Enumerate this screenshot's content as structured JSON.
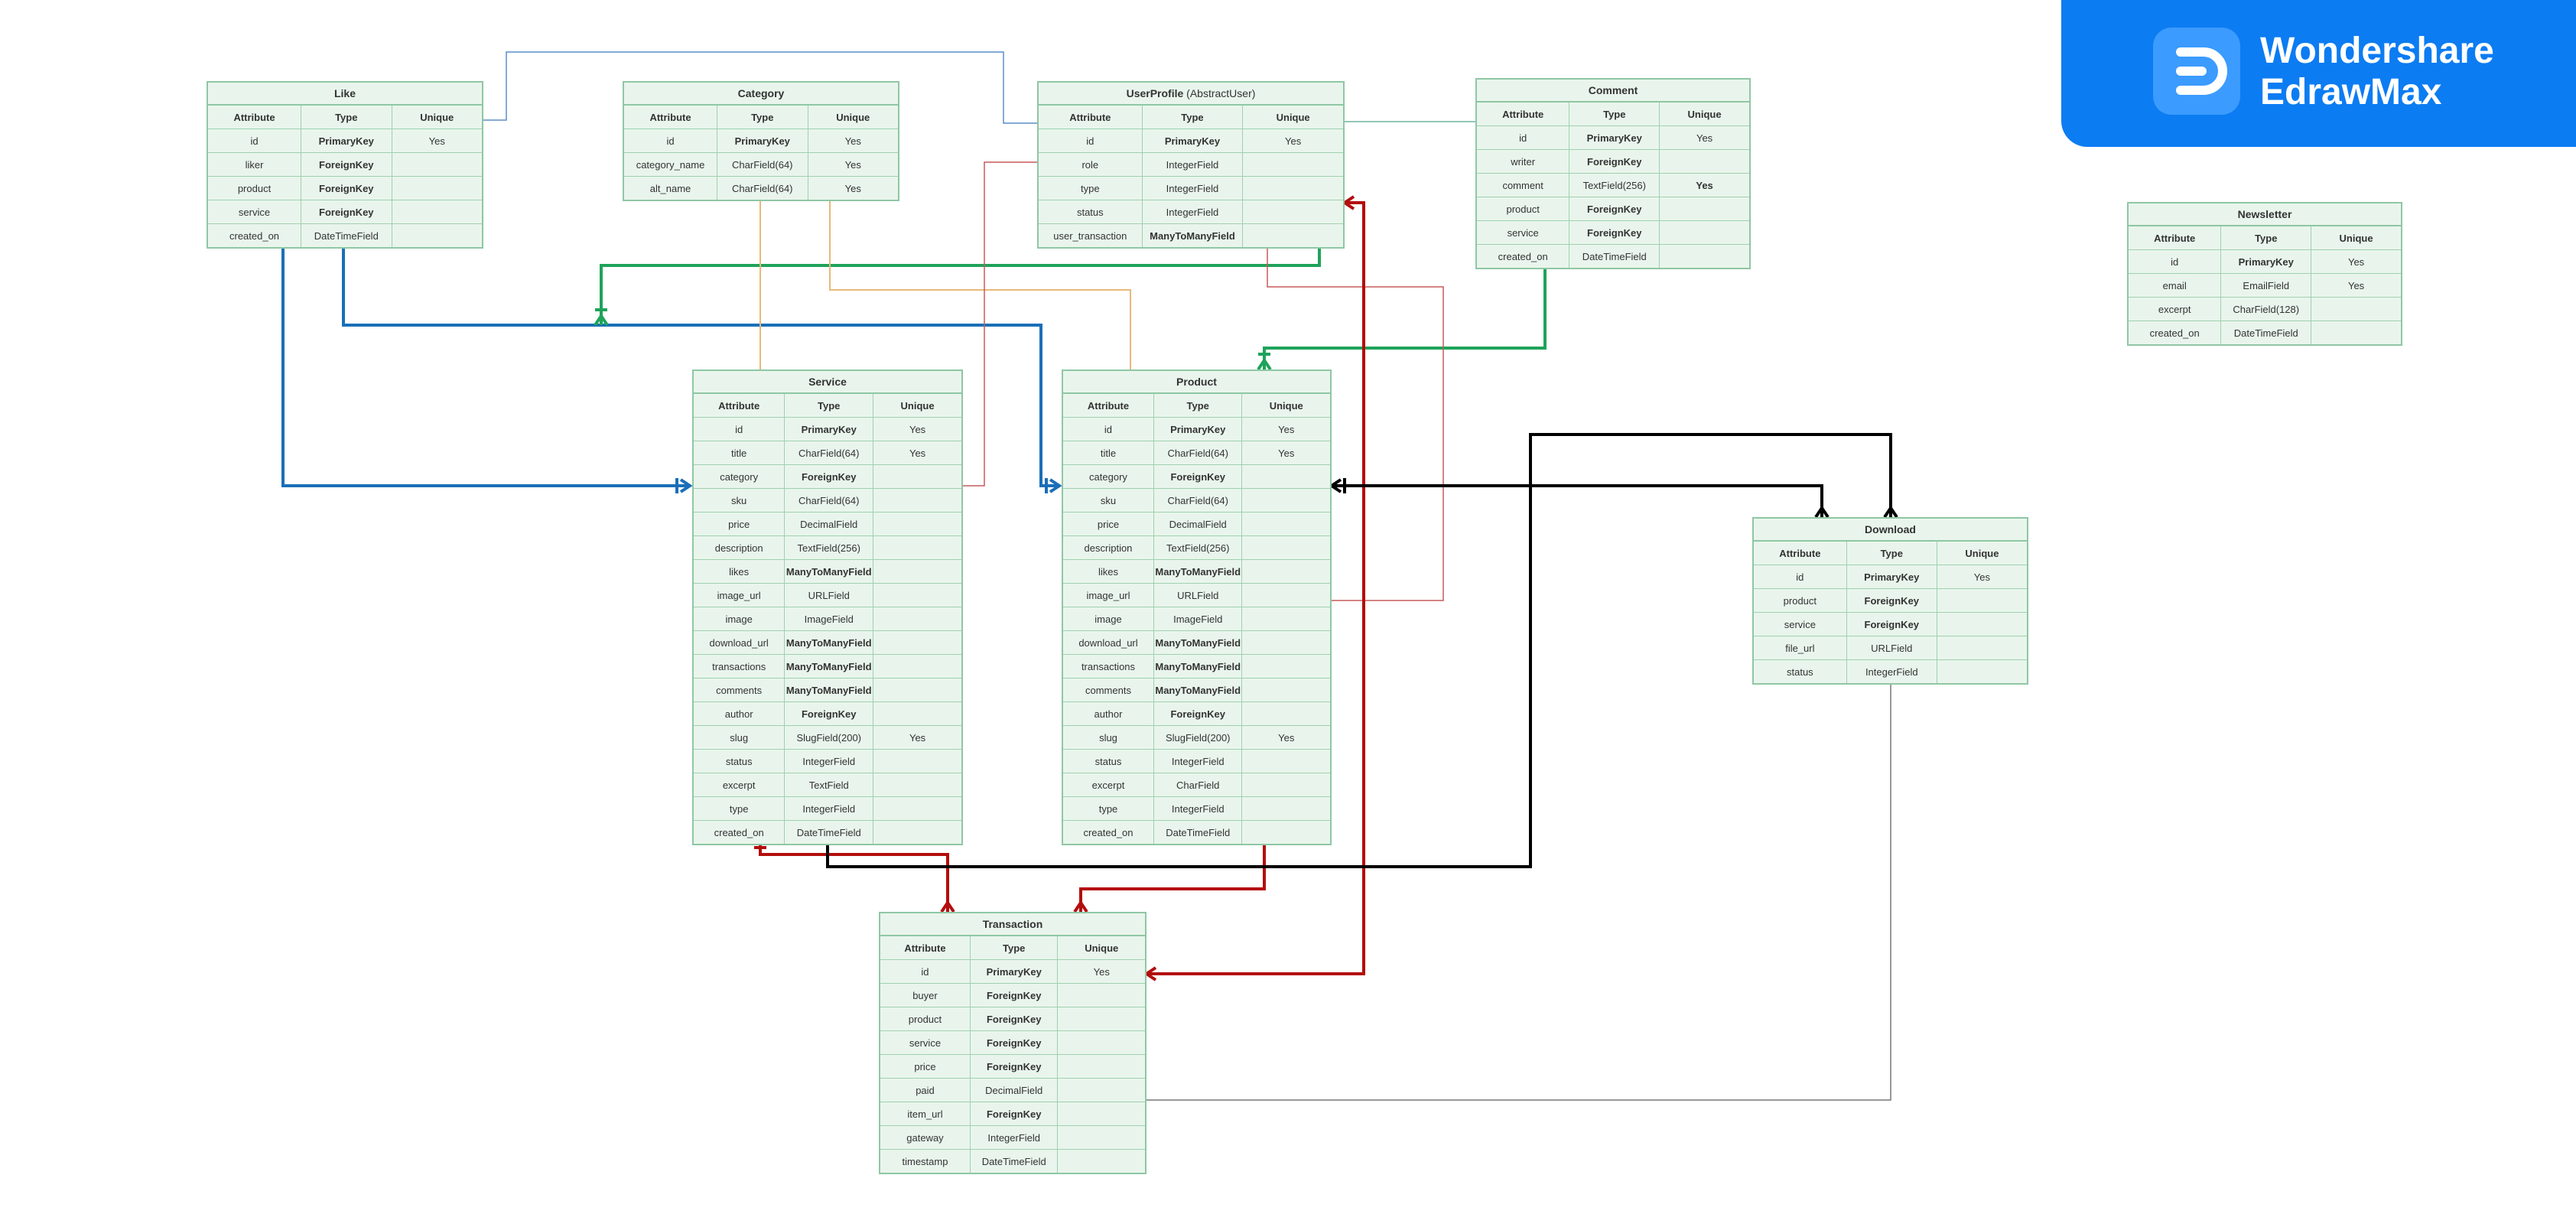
{
  "brand": {
    "line1": "Wondershare",
    "line2": "EdrawMax"
  },
  "colors": {
    "entity_fill": "#e9f5ec",
    "entity_border": "#8fc7a4",
    "brand_bg": "#0c7cf2",
    "blue_line": "#1a6fb8",
    "green_line": "#1fa35a",
    "red_line": "#b40d0d",
    "black_line": "#000000",
    "orange_line": "#e8b97a",
    "thin_red_line": "#c85a5a",
    "gray_line": "#777777",
    "teal_line": "#6fb5a0"
  },
  "headers": [
    "Attribute",
    "Type",
    "Unique"
  ],
  "entities": {
    "like": {
      "title": "Like",
      "rows": [
        [
          "id",
          "PrimaryKey",
          "Yes"
        ],
        [
          "liker",
          "ForeignKey",
          ""
        ],
        [
          "product",
          "ForeignKey",
          ""
        ],
        [
          "service",
          "ForeignKey",
          ""
        ],
        [
          "created_on",
          "DateTimeField",
          ""
        ]
      ]
    },
    "category": {
      "title": "Category",
      "rows": [
        [
          "id",
          "PrimaryKey",
          "Yes"
        ],
        [
          "category_name",
          "CharField(64)",
          "Yes"
        ],
        [
          "alt_name",
          "CharField(64)",
          "Yes"
        ]
      ]
    },
    "userprofile": {
      "title": "UserProfile",
      "subtitle": "(AbstractUser)",
      "rows": [
        [
          "id",
          "PrimaryKey",
          "Yes"
        ],
        [
          "role",
          "IntegerField",
          ""
        ],
        [
          "type",
          "IntegerField",
          ""
        ],
        [
          "status",
          "IntegerField",
          ""
        ],
        [
          "user_transaction",
          "ManyToManyField",
          ""
        ]
      ]
    },
    "comment": {
      "title": "Comment",
      "rows": [
        [
          "id",
          "PrimaryKey",
          "Yes"
        ],
        [
          "writer",
          "ForeignKey",
          ""
        ],
        [
          "comment",
          "TextField(256)",
          "Yes"
        ],
        [
          "product",
          "ForeignKey",
          ""
        ],
        [
          "service",
          "ForeignKey",
          ""
        ],
        [
          "created_on",
          "DateTimeField",
          ""
        ]
      ]
    },
    "newsletter": {
      "title": "Newsletter",
      "rows": [
        [
          "id",
          "PrimaryKey",
          "Yes"
        ],
        [
          "email",
          "EmailField",
          "Yes"
        ],
        [
          "excerpt",
          "CharField(128)",
          ""
        ],
        [
          "created_on",
          "DateTimeField",
          ""
        ]
      ]
    },
    "service": {
      "title": "Service",
      "rows": [
        [
          "id",
          "PrimaryKey",
          "Yes"
        ],
        [
          "title",
          "CharField(64)",
          "Yes"
        ],
        [
          "category",
          "ForeignKey",
          ""
        ],
        [
          "sku",
          "CharField(64)",
          ""
        ],
        [
          "price",
          "DecimalField",
          ""
        ],
        [
          "description",
          "TextField(256)",
          ""
        ],
        [
          "likes",
          "ManyToManyField",
          ""
        ],
        [
          "image_url",
          "URLField",
          ""
        ],
        [
          "image",
          "ImageField",
          ""
        ],
        [
          "download_url",
          "ManyToManyField",
          ""
        ],
        [
          "transactions",
          "ManyToManyField",
          ""
        ],
        [
          "comments",
          "ManyToManyField",
          ""
        ],
        [
          "author",
          "ForeignKey",
          ""
        ],
        [
          "slug",
          "SlugField(200)",
          "Yes"
        ],
        [
          "status",
          "IntegerField",
          ""
        ],
        [
          "excerpt",
          "TextField",
          ""
        ],
        [
          "type",
          "IntegerField",
          ""
        ],
        [
          "created_on",
          "DateTimeField",
          ""
        ]
      ]
    },
    "product": {
      "title": "Product",
      "rows": [
        [
          "id",
          "PrimaryKey",
          "Yes"
        ],
        [
          "title",
          "CharField(64)",
          "Yes"
        ],
        [
          "category",
          "ForeignKey",
          ""
        ],
        [
          "sku",
          "CharField(64)",
          ""
        ],
        [
          "price",
          "DecimalField",
          ""
        ],
        [
          "description",
          "TextField(256)",
          ""
        ],
        [
          "likes",
          "ManyToManyField",
          ""
        ],
        [
          "image_url",
          "URLField",
          ""
        ],
        [
          "image",
          "ImageField",
          ""
        ],
        [
          "download_url",
          "ManyToManyField",
          ""
        ],
        [
          "transactions",
          "ManyToManyField",
          ""
        ],
        [
          "comments",
          "ManyToManyField",
          ""
        ],
        [
          "author",
          "ForeignKey",
          ""
        ],
        [
          "slug",
          "SlugField(200)",
          "Yes"
        ],
        [
          "status",
          "IntegerField",
          ""
        ],
        [
          "excerpt",
          "CharField",
          ""
        ],
        [
          "type",
          "IntegerField",
          ""
        ],
        [
          "created_on",
          "DateTimeField",
          ""
        ]
      ]
    },
    "download": {
      "title": "Download",
      "rows": [
        [
          "id",
          "PrimaryKey",
          "Yes"
        ],
        [
          "product",
          "ForeignKey",
          ""
        ],
        [
          "service",
          "ForeignKey",
          ""
        ],
        [
          "file_url",
          "URLField",
          ""
        ],
        [
          "status",
          "IntegerField",
          ""
        ]
      ]
    },
    "transaction": {
      "title": "Transaction",
      "rows": [
        [
          "id",
          "PrimaryKey",
          "Yes"
        ],
        [
          "buyer",
          "ForeignKey",
          ""
        ],
        [
          "product",
          "ForeignKey",
          ""
        ],
        [
          "service",
          "ForeignKey",
          ""
        ],
        [
          "price",
          "ForeignKey",
          ""
        ],
        [
          "paid",
          "DecimalField",
          ""
        ],
        [
          "item_url",
          "ForeignKey",
          ""
        ],
        [
          "gateway",
          "IntegerField",
          ""
        ],
        [
          "timestamp",
          "DateTimeField",
          ""
        ]
      ]
    }
  }
}
